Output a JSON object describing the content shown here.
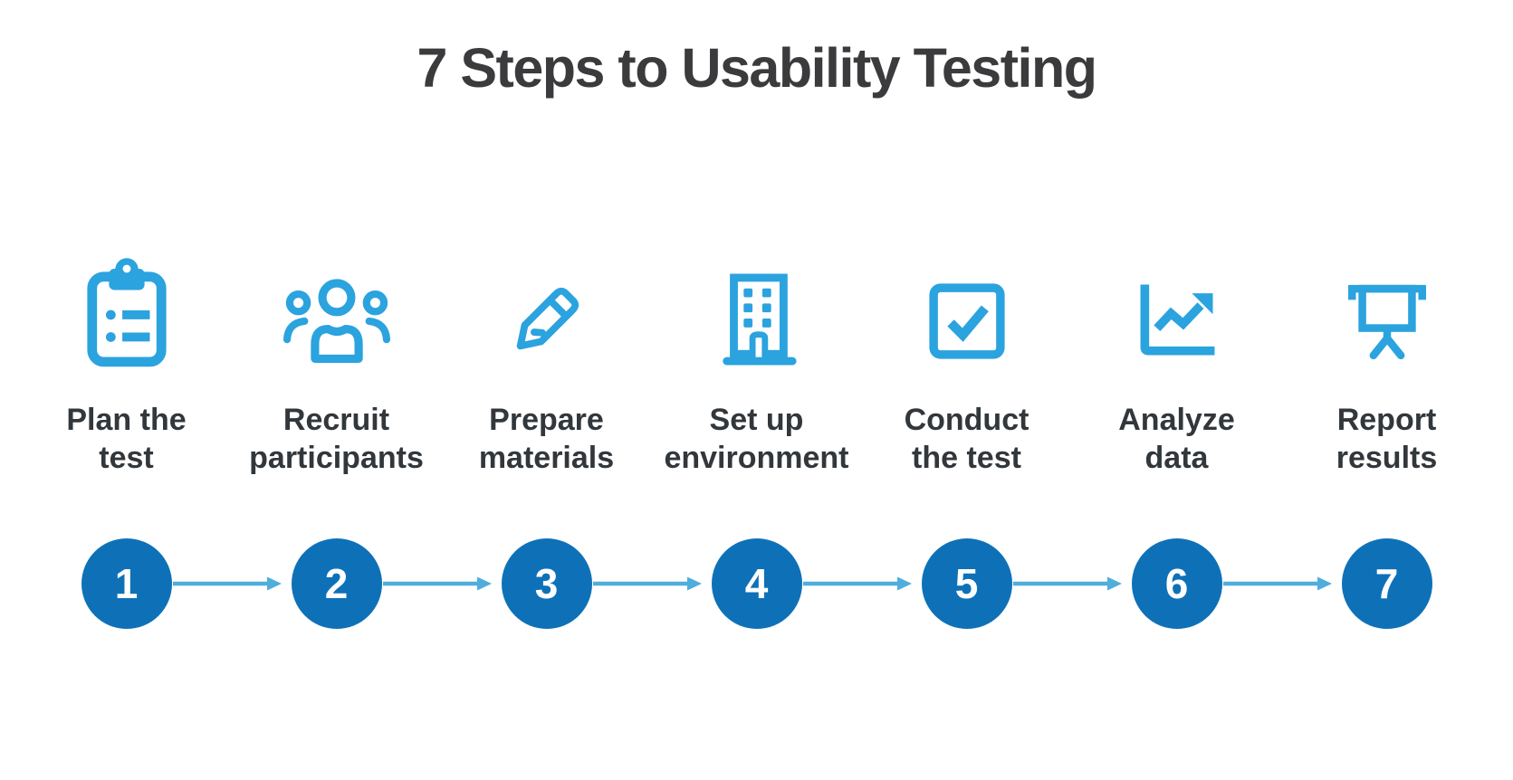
{
  "title": "7 Steps to Usability Testing",
  "colors": {
    "background": "#FFFFFF",
    "icon_blue": "#2BA3DE",
    "circle_blue": "#0E71B8",
    "arrow_blue": "#4FAEDB",
    "title_color": "#3B3B3D",
    "label_color": "#32373C"
  },
  "steps": [
    {
      "number": "1",
      "label_line1": "Plan the",
      "label_line2": "test",
      "icon": "clipboard-checklist-icon"
    },
    {
      "number": "2",
      "label_line1": "Recruit",
      "label_line2": "participants",
      "icon": "people-group-icon"
    },
    {
      "number": "3",
      "label_line1": "Prepare",
      "label_line2": "materials",
      "icon": "pencil-icon"
    },
    {
      "number": "4",
      "label_line1": "Set up",
      "label_line2": "environment",
      "icon": "building-icon"
    },
    {
      "number": "5",
      "label_line1": "Conduct",
      "label_line2": "the test",
      "icon": "checkbox-checked-icon"
    },
    {
      "number": "6",
      "label_line1": "Analyze",
      "label_line2": "data",
      "icon": "line-chart-growth-icon"
    },
    {
      "number": "7",
      "label_line1": "Report",
      "label_line2": "results",
      "icon": "presentation-board-icon"
    }
  ]
}
